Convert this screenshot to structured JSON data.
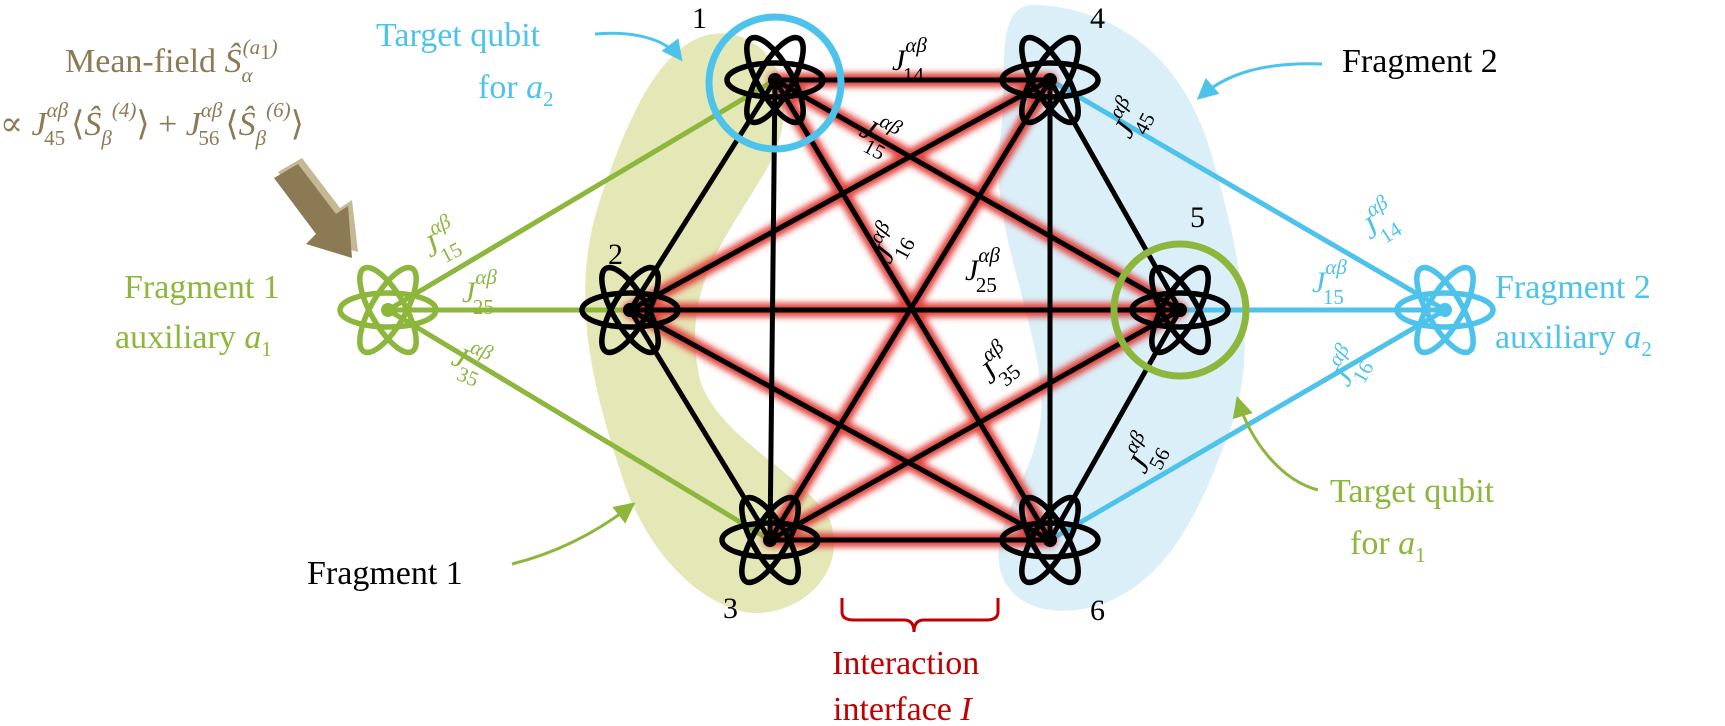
{
  "colors": {
    "fragment1": "#8db63c",
    "fragment2": "#4dc3eb",
    "meanfield": "#8c7a55",
    "interface": "#c00000",
    "atom": "#000000",
    "glow": "#e0413a",
    "frag1_bg": "#e4e7b6",
    "frag2_bg": "#dbeff9"
  },
  "icons": {
    "atom": "atom-icon"
  },
  "nodes": [
    {
      "id": "1",
      "label": "1"
    },
    {
      "id": "2",
      "label": "2"
    },
    {
      "id": "3",
      "label": "3"
    },
    {
      "id": "4",
      "label": "4"
    },
    {
      "id": "5",
      "label": "5"
    },
    {
      "id": "6",
      "label": "6"
    }
  ],
  "auxiliary_nodes": [
    {
      "id": "a1",
      "color": "fragment1"
    },
    {
      "id": "a2",
      "color": "fragment2"
    }
  ],
  "edges": {
    "intra_fragment": [
      [
        "1",
        "2"
      ],
      [
        "1",
        "3"
      ],
      [
        "2",
        "3"
      ],
      [
        "4",
        "5"
      ],
      [
        "4",
        "6"
      ],
      [
        "5",
        "6"
      ]
    ],
    "interface": [
      [
        "1",
        "4"
      ],
      [
        "1",
        "5"
      ],
      [
        "1",
        "6"
      ],
      [
        "2",
        "4"
      ],
      [
        "2",
        "5"
      ],
      [
        "2",
        "6"
      ],
      [
        "3",
        "4"
      ],
      [
        "3",
        "5"
      ],
      [
        "3",
        "6"
      ]
    ],
    "aux1": [
      [
        "a1",
        "1"
      ],
      [
        "a1",
        "2"
      ],
      [
        "a1",
        "3"
      ]
    ],
    "aux2": [
      [
        "a2",
        "4"
      ],
      [
        "a2",
        "5"
      ],
      [
        "a2",
        "6"
      ]
    ]
  },
  "labels": {
    "target_qubit_a2_line1": "Target qubit",
    "target_qubit_a2_line2": "for ",
    "target_qubit_a2_var": "a",
    "target_qubit_a2_sub": "2",
    "target_qubit_a1_line1": "Target qubit",
    "target_qubit_a1_line2": "for ",
    "target_qubit_a1_var": "a",
    "target_qubit_a1_sub": "1",
    "fragment1": "Fragment 1",
    "fragment2": "Fragment 2",
    "frag1_aux_line1": "Fragment 1",
    "frag1_aux_line2": "auxiliary ",
    "frag1_aux_var": "a",
    "frag1_aux_sub": "1",
    "frag2_aux_line1": "Fragment 2",
    "frag2_aux_line2": "auxiliary ",
    "frag2_aux_var": "a",
    "frag2_aux_sub": "2",
    "meanfield_line1": "Mean-field ",
    "meanfield_S": "Ŝ",
    "meanfield_alpha": "α",
    "meanfield_sup": "(a",
    "meanfield_sup_sub": "1",
    "meanfield_sup_close": ")",
    "meanfield_line2_prop": "∝ ",
    "J": "J",
    "alphabeta": "αβ",
    "bracket_open": "⟨",
    "bracket_close": "⟩",
    "S": "Ŝ",
    "beta": "β",
    "sup4": "(4)",
    "sup6": "(6)",
    "plus": " + ",
    "interface_line1": "Interaction",
    "interface_line2": "interface ",
    "interface_var": "I"
  },
  "couplings": {
    "j14": "14",
    "j15": "15",
    "j16": "16",
    "j25": "25",
    "j35": "35",
    "j45": "45",
    "j56": "56"
  },
  "aux_couplings": {
    "a1": [
      "15",
      "25",
      "35"
    ],
    "a2": [
      "14",
      "15",
      "16"
    ]
  }
}
